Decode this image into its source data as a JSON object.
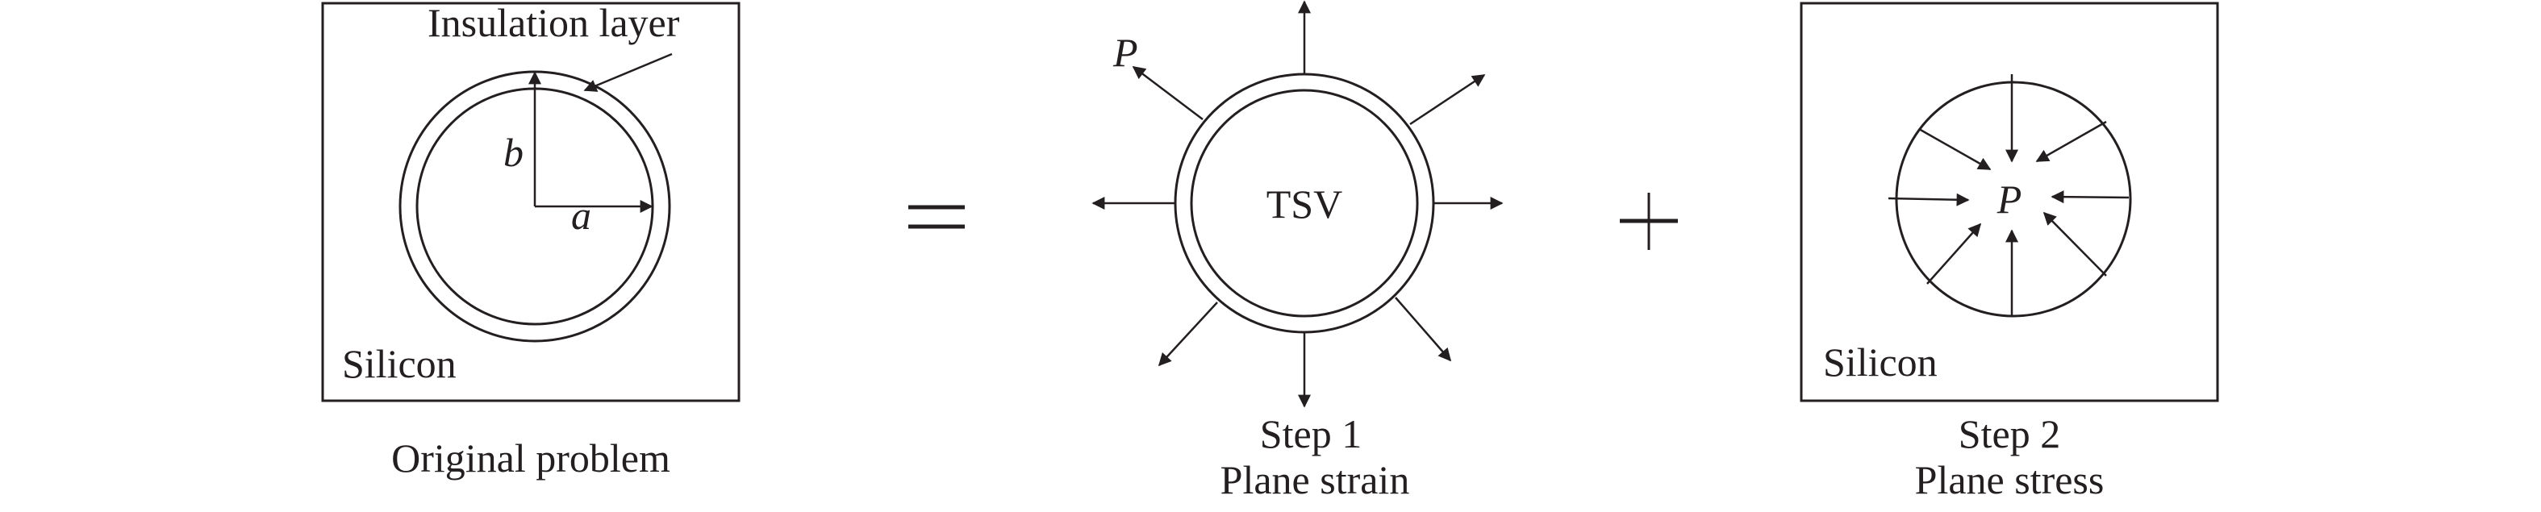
{
  "panel_original": {
    "annotation": "Insulation layer",
    "radius_inner_label": "a",
    "radius_outer_label": "b",
    "region_label": "Silicon",
    "caption": "Original problem"
  },
  "equals_sign": "=",
  "panel_step1": {
    "center_label": "TSV",
    "pressure_label": "P",
    "caption_line1": "Step 1",
    "caption_line2": "Plane strain"
  },
  "plus_sign": "+",
  "panel_step2": {
    "pressure_label": "P",
    "region_label": "Silicon",
    "caption_line1": "Step 2",
    "caption_line2": "Plane stress"
  },
  "colors": {
    "stroke": "#231f20",
    "background": "#ffffff"
  }
}
